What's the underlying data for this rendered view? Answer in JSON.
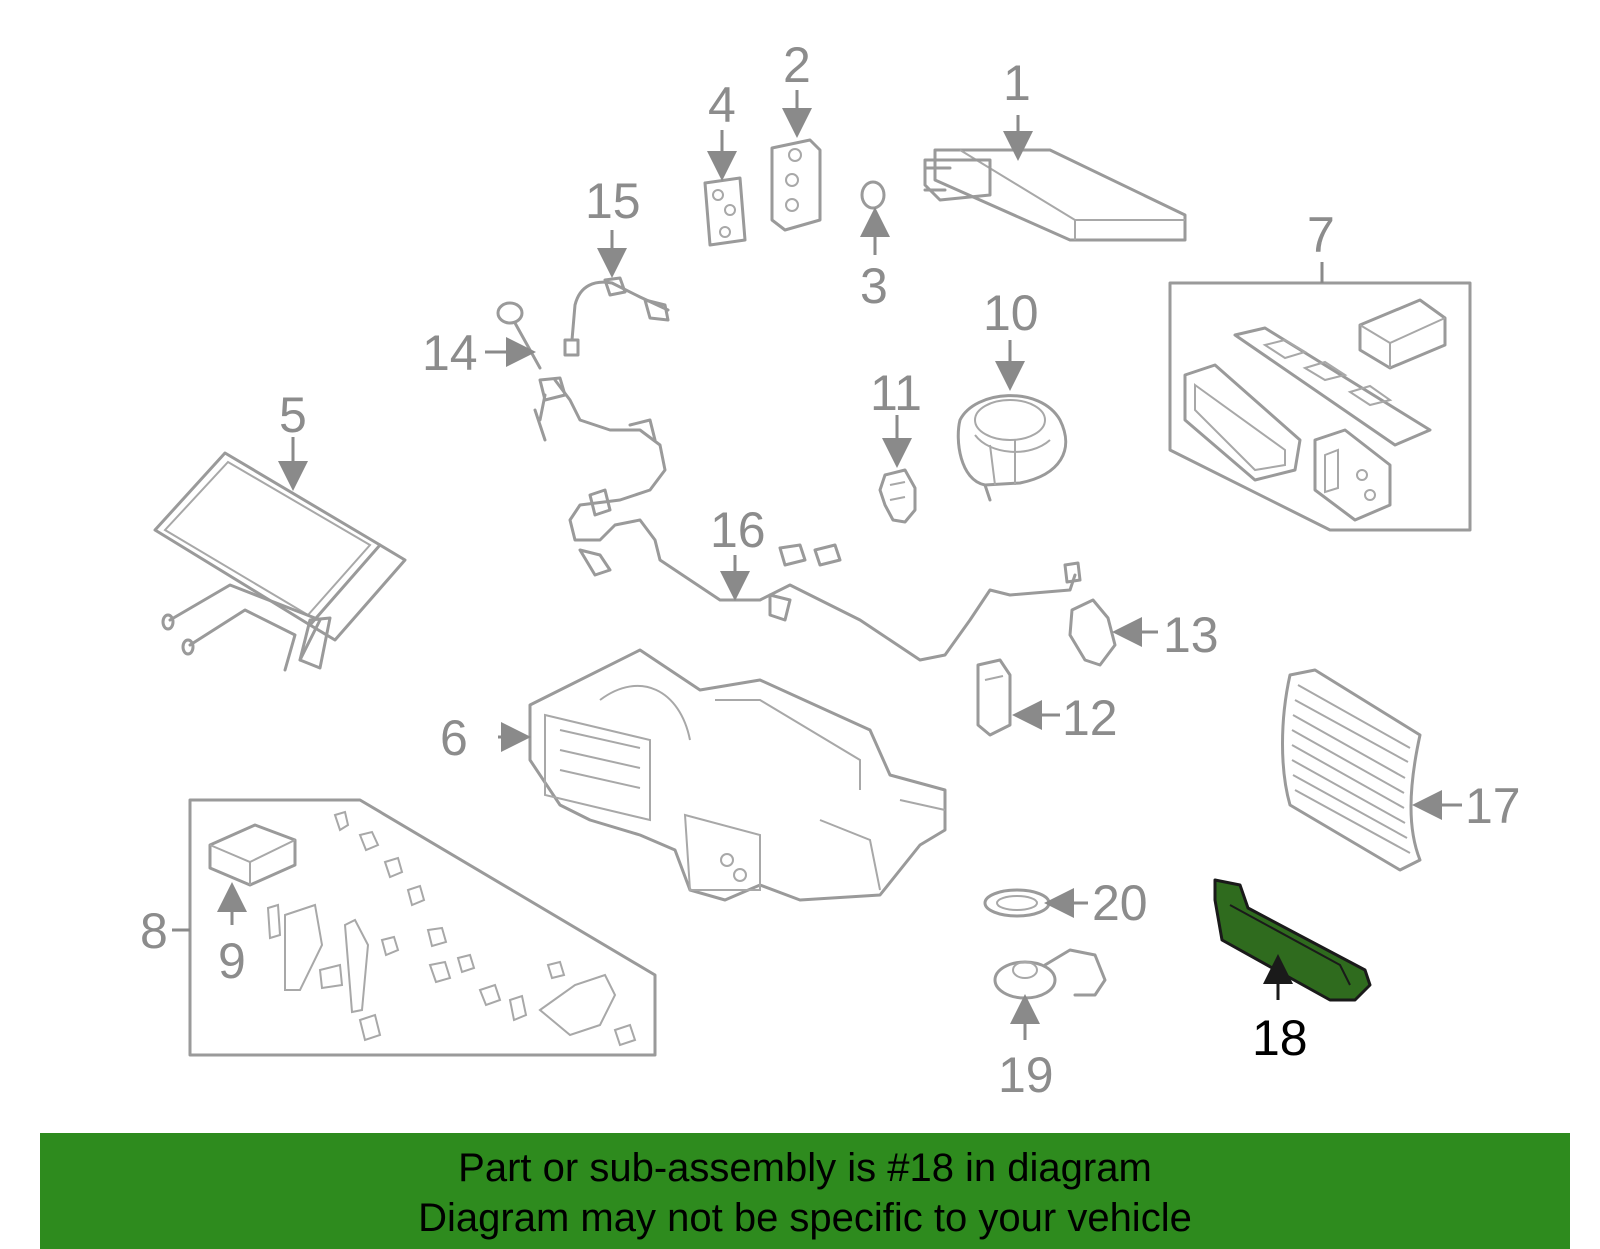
{
  "callouts": {
    "c1": "1",
    "c2": "2",
    "c3": "3",
    "c4": "4",
    "c5": "5",
    "c6": "6",
    "c7": "7",
    "c8": "8",
    "c9": "9",
    "c10": "10",
    "c11": "11",
    "c12": "12",
    "c13": "13",
    "c14": "14",
    "c15": "15",
    "c16": "16",
    "c17": "17",
    "c18": "18",
    "c19": "19",
    "c20": "20"
  },
  "highlighted_part": "18",
  "highlight_color": "#2e8b1e",
  "banner": {
    "line1": "Part or sub-assembly is #18 in diagram",
    "line2": "Diagram may not be specific to your vehicle"
  }
}
